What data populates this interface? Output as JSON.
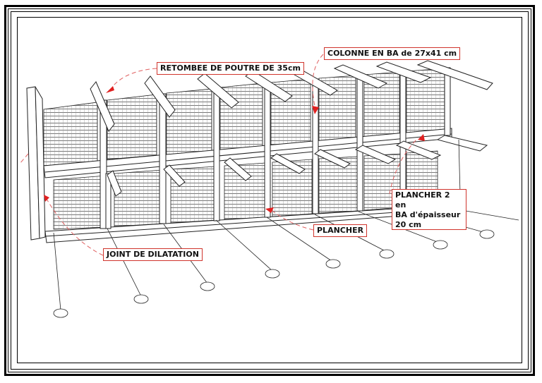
{
  "annotations": {
    "colonne": "COLONNE EN BA de 27x41 cm",
    "retombee": "RETOMBEE DE POUTRE DE 35cm",
    "plancher2": [
      "PLANCHER 2 en",
      "BA d'épaisseur",
      "20 cm"
    ],
    "plancher": "PLANCHER",
    "joint": "JOINT DE DILATATION"
  },
  "colors": {
    "callout_border": "#d0342c",
    "arrow": "#e02020",
    "leader": "#e06060",
    "linework": "#222222"
  }
}
